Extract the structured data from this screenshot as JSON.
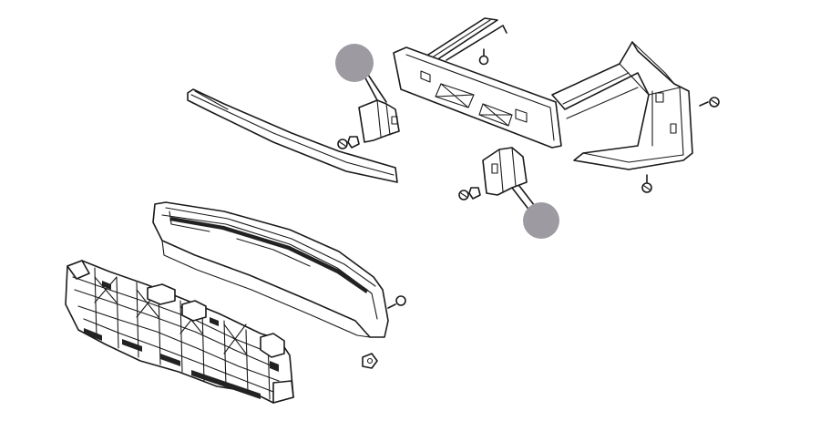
{
  "diagram": {
    "marker_color": "#9e9aa2",
    "line_color": "#1a1a1a",
    "background": "#ffffff",
    "parts": [
      "bumper-reinforcement",
      "front-bracket-plate",
      "side-support-bracket",
      "energy-absorber-strip",
      "bumper-cover",
      "lower-grille-retainer",
      "clip-bracket-upper",
      "clip-bracket-lower",
      "bolt",
      "nut",
      "clip"
    ],
    "markers": [
      {
        "name": "highlight-marker-upper"
      },
      {
        "name": "highlight-marker-lower"
      }
    ]
  }
}
